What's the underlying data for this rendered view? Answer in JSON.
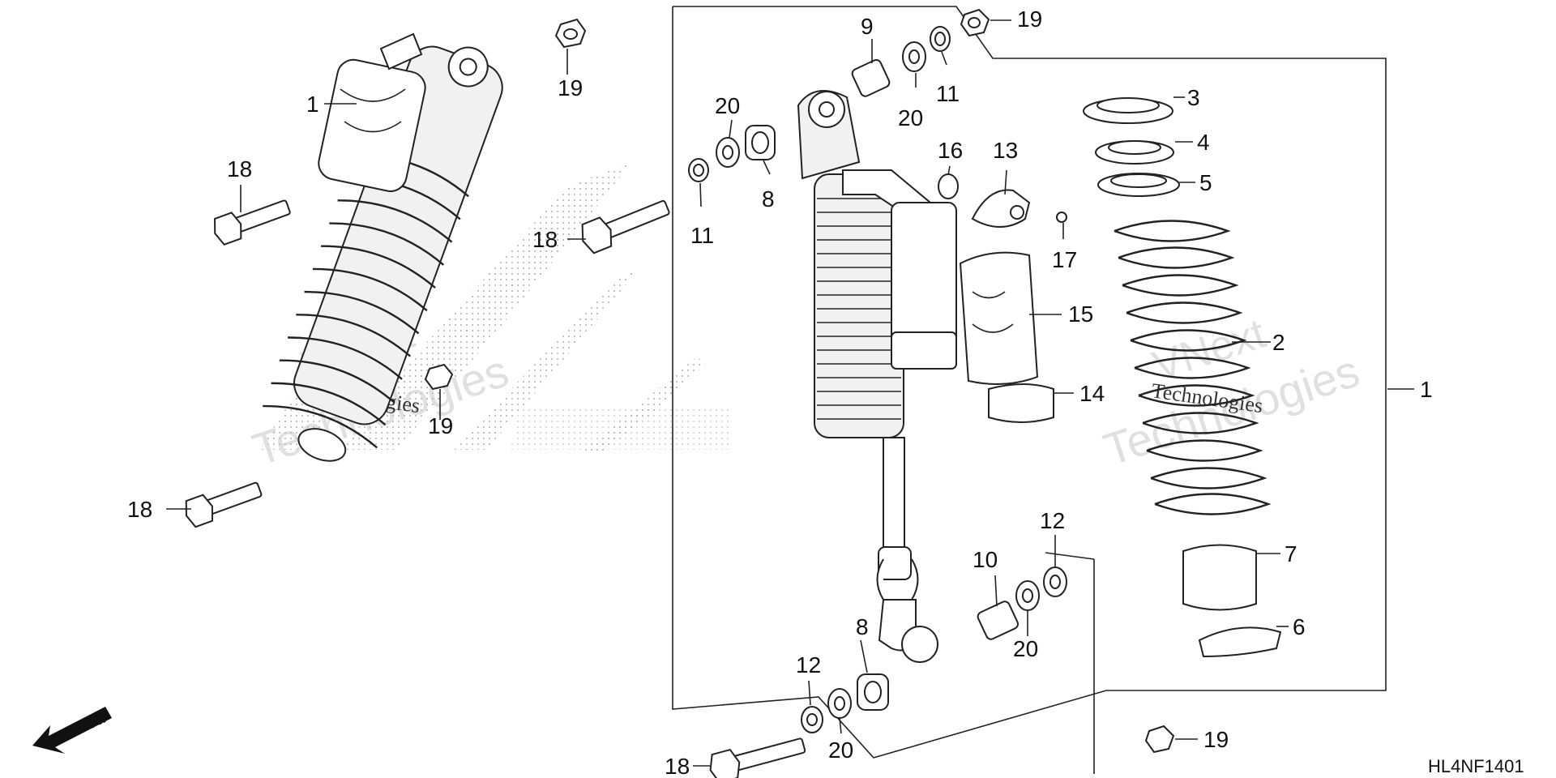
{
  "diagram": {
    "code": "HL4NF1401",
    "direction_label": "FR.",
    "watermark": {
      "line1": "VNext",
      "line2": "Technologies",
      "line3": "Technologies"
    },
    "labels": {
      "l1_left": "1",
      "l1_right": "1",
      "l2": "2",
      "l3": "3",
      "l4": "4",
      "l5": "5",
      "l6": "6",
      "l7": "7",
      "l8_top": "8",
      "l8_bottom": "8",
      "l9": "9",
      "l10": "10",
      "l11_top": "11",
      "l11_mid": "11",
      "l12_right": "12",
      "l12_left": "12",
      "l13": "13",
      "l14": "14",
      "l15": "15",
      "l16": "16",
      "l17": "17",
      "l18_a": "18",
      "l18_b": "18",
      "l18_c": "18",
      "l18_d": "18",
      "l19_a": "19",
      "l19_b": "19",
      "l19_c": "19",
      "l19_d": "19",
      "l20_a": "20",
      "l20_b": "20",
      "l20_c": "20",
      "l20_d": "20"
    }
  }
}
